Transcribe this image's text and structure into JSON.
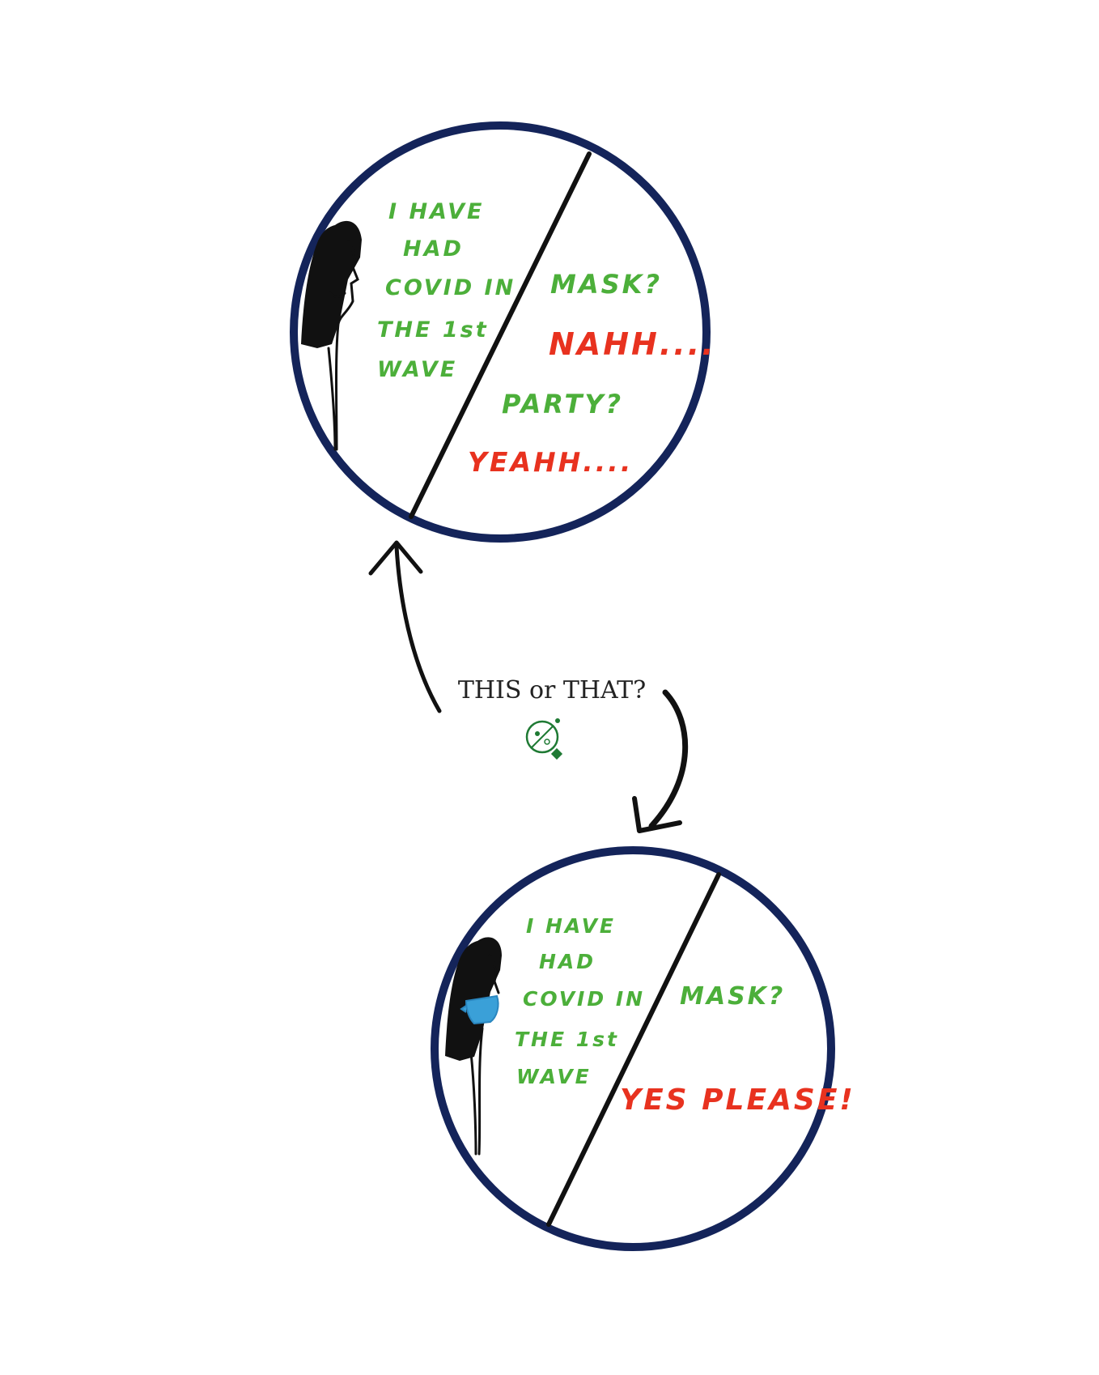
{
  "caption": "THIS or THAT?",
  "colors": {
    "circle_border": "#14245a",
    "green_text": "#4caf3a",
    "red_text": "#e8321f",
    "mask": "#3aa0d8",
    "logo": "#1f7a34"
  },
  "top_panel": {
    "left_lines": [
      "I HAVE",
      "HAD",
      "COVID IN",
      "THE 1st",
      "WAVE"
    ],
    "q1": "MASK?",
    "a1": "NAHH....",
    "q2": "PARTY?",
    "a2": "YEAHH...."
  },
  "bottom_panel": {
    "left_lines": [
      "I HAVE",
      "HAD",
      "COVID IN",
      "THE 1st",
      "WAVE"
    ],
    "q1": "MASK?",
    "a1": "YES PLEASE!"
  },
  "icons": {
    "logo": "magnifier-virus-logo-icon",
    "arrow_up": "curved-arrow-up-icon",
    "arrow_down": "curved-arrow-down-icon"
  }
}
